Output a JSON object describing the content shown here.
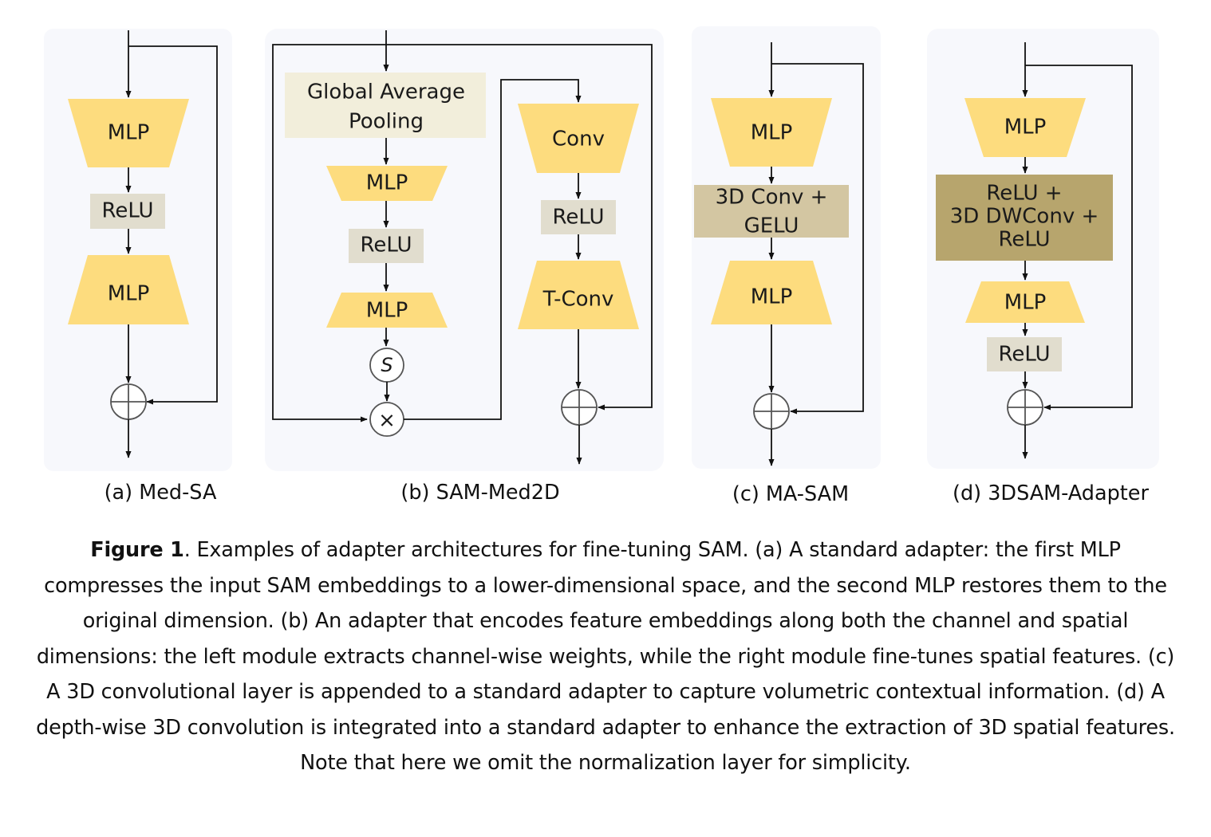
{
  "panels": {
    "a": {
      "caption": "(a) Med-SA",
      "mlp1": "MLP",
      "relu": "ReLU",
      "mlp2": "MLP"
    },
    "b": {
      "caption": "(b) SAM-Med2D",
      "gap_line1": "Global Average",
      "gap_line2": "Pooling",
      "mlp1": "MLP",
      "relu_left": "ReLU",
      "mlp2": "MLP",
      "sigmoid": "S",
      "multiply": "×",
      "conv": "Conv",
      "relu_right": "ReLU",
      "tconv": "T-Conv"
    },
    "c": {
      "caption": "(c) MA-SAM",
      "mlp1": "MLP",
      "conv_line1": "3D Conv +",
      "conv_line2": "GELU",
      "mlp2": "MLP"
    },
    "d": {
      "caption": "(d) 3DSAM-Adapter",
      "mlp1": "MLP",
      "block_line1": "ReLU +",
      "block_line2": "3D DWConv +",
      "block_line3": "ReLU",
      "mlp2": "MLP",
      "relu": "ReLU"
    }
  },
  "caption": {
    "label": "Figure 1",
    "text": ". Examples of adapter architectures for fine-tuning SAM. (a) A standard adapter: the first MLP compresses the input SAM embeddings to a lower-dimensional space, and the second MLP restores them to the original dimension. (b) An adapter that encodes feature embeddings along both the channel and spatial dimensions: the left module extracts channel-wise weights, while the right module fine-tunes spatial features. (c) A 3D convolutional layer is appended to a standard adapter to capture volumetric contextual information. (d) A depth-wise 3D convolution is integrated into a standard adapter to enhance the extraction of 3D spatial features. Note that here we omit the normalization layer for simplicity."
  },
  "colors": {
    "panel_bg": "#f7f8fc",
    "mlp": "#fddc7e",
    "relu": "#e1ddce",
    "gap": "#f2eedb",
    "conv3d": "#d3c6a2",
    "dwconv": "#b7a56d",
    "line": "#111111",
    "circle": "#555555"
  }
}
